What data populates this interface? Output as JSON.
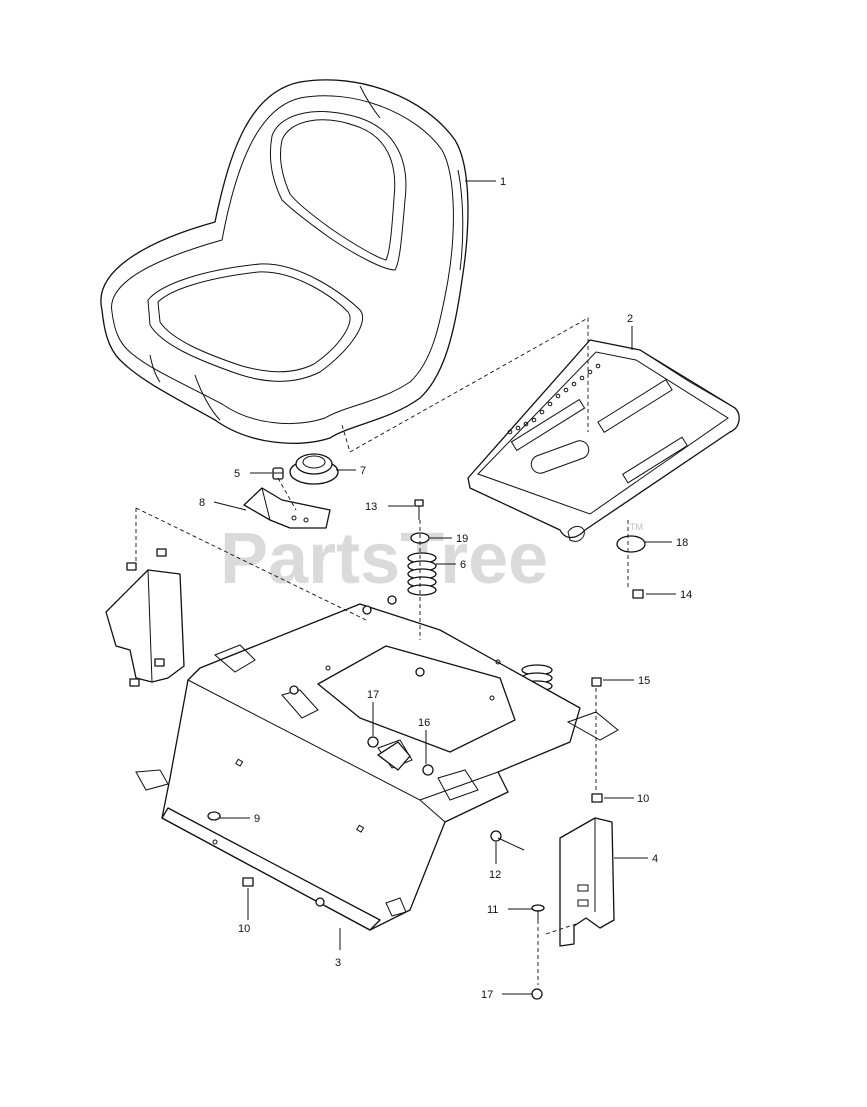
{
  "watermark": {
    "text": "PartsTree",
    "trademark": "TM"
  },
  "callouts": {
    "c1": "1",
    "c2": "2",
    "c3": "3",
    "c4": "4",
    "c5": "5",
    "c6": "6",
    "c7": "7",
    "c8": "8",
    "c9": "9",
    "c10a": "10",
    "c10b": "10",
    "c11": "11",
    "c12": "12",
    "c13": "13",
    "c14": "14",
    "c15": "15",
    "c16": "16",
    "c17a": "17",
    "c17b": "17",
    "c18": "18",
    "c19": "19"
  }
}
